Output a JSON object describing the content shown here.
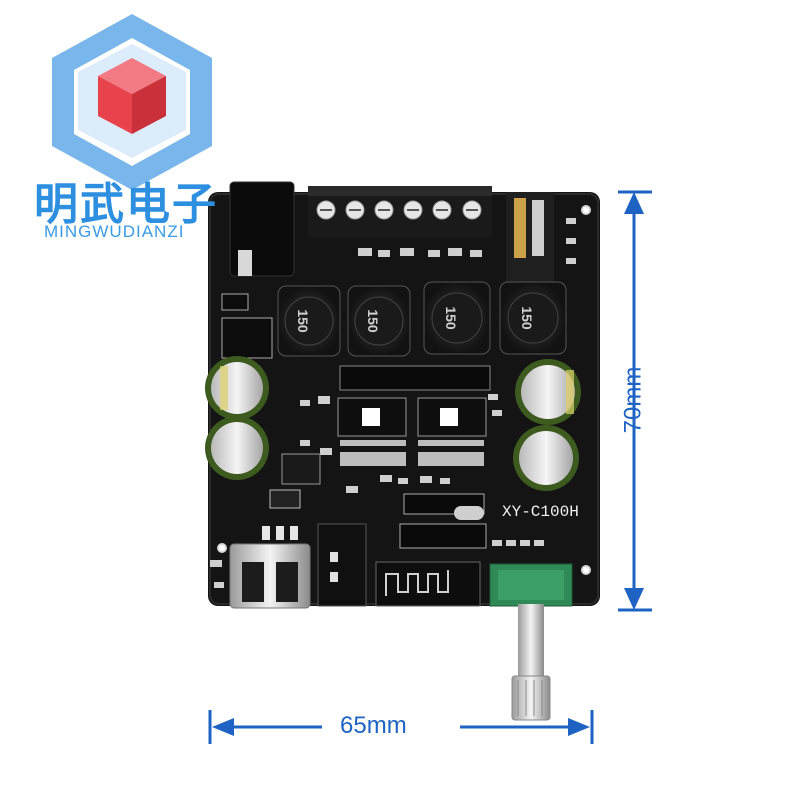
{
  "brand": {
    "chinese_name": "明武电子",
    "latin_name": "MINGWUDIANZI",
    "logo_icon": "hexagon-cube-logo"
  },
  "board": {
    "model_label": "XY-C100H",
    "inductor_marking": "150",
    "color": "#141414"
  },
  "dimensions": {
    "height_label": "70mm",
    "width_label": "65mm",
    "arrow_color": "#1e63c4"
  },
  "colors": {
    "brand_blue": "#2d8fe0",
    "logo_red": "#e8434c",
    "knob_green": "#2f8a57"
  }
}
